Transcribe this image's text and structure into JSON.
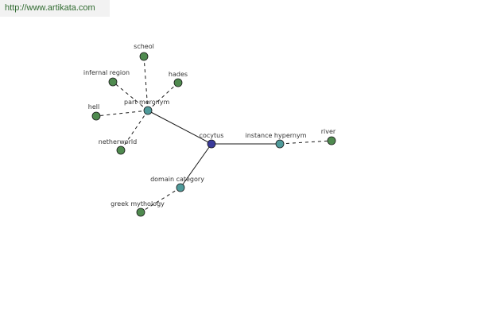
{
  "banner": {
    "url": "http://www.artikata.com"
  },
  "colors": {
    "leaf": "#4f8a4f",
    "relation": "#4f9a9a",
    "root": "#3a3a9a",
    "stroke": "#1a1a1a",
    "banner_bg": "#f2f2f2",
    "banner_text": "#2f6a2f"
  },
  "nodes": [
    {
      "id": "cocytus",
      "label": "cocytus",
      "kind": "root"
    },
    {
      "id": "part-meronym",
      "label": "part meronym",
      "kind": "relation"
    },
    {
      "id": "instance-hypernym",
      "label": "instance hypernym",
      "kind": "relation"
    },
    {
      "id": "domain-category",
      "label": "domain category",
      "kind": "relation"
    },
    {
      "id": "scheol",
      "label": "scheol",
      "kind": "leaf"
    },
    {
      "id": "infernal-region",
      "label": "infernal region",
      "kind": "leaf"
    },
    {
      "id": "hades",
      "label": "hades",
      "kind": "leaf"
    },
    {
      "id": "hell",
      "label": "hell",
      "kind": "leaf"
    },
    {
      "id": "netherworld",
      "label": "netherworld",
      "kind": "leaf"
    },
    {
      "id": "river",
      "label": "river",
      "kind": "leaf"
    },
    {
      "id": "greek-mythology",
      "label": "greek mythology",
      "kind": "leaf"
    }
  ],
  "edges": [
    {
      "from": "cocytus",
      "to": "part-meronym",
      "style": "solid"
    },
    {
      "from": "cocytus",
      "to": "instance-hypernym",
      "style": "solid"
    },
    {
      "from": "cocytus",
      "to": "domain-category",
      "style": "solid"
    },
    {
      "from": "part-meronym",
      "to": "scheol",
      "style": "dashed"
    },
    {
      "from": "part-meronym",
      "to": "infernal-region",
      "style": "dashed"
    },
    {
      "from": "part-meronym",
      "to": "hades",
      "style": "dashed"
    },
    {
      "from": "part-meronym",
      "to": "hell",
      "style": "dashed"
    },
    {
      "from": "part-meronym",
      "to": "netherworld",
      "style": "dashed"
    },
    {
      "from": "instance-hypernym",
      "to": "river",
      "style": "dashed"
    },
    {
      "from": "domain-category",
      "to": "greek-mythology",
      "style": "dashed"
    }
  ]
}
